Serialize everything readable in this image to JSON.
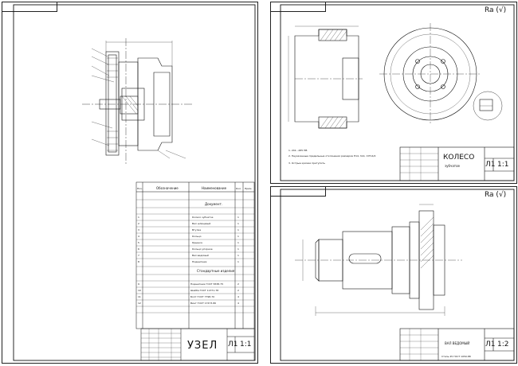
{
  "sheets": {
    "assembly": {
      "title_block": {
        "name": "УЗЕЛ",
        "sheet": "Л1",
        "scale": "1:1"
      },
      "spec_headers": [
        "Поз.",
        "Обозначение",
        "Наименование",
        "Кол.",
        "Прим."
      ],
      "spec_sections": {
        "docs": "Документ.",
        "standard": "Стандартные изделия"
      },
      "spec_rows": [
        {
          "pos": "1",
          "name": "Колесо зубчатое",
          "qty": "1"
        },
        {
          "pos": "2",
          "name": "Вал шлицевый",
          "qty": "1"
        },
        {
          "pos": "3",
          "name": "Втулка",
          "qty": "1"
        },
        {
          "pos": "4",
          "name": "Кольцо",
          "qty": "1"
        },
        {
          "pos": "5",
          "name": "Крышка",
          "qty": "1"
        },
        {
          "pos": "6",
          "name": "Кольцо упорное",
          "qty": "1"
        },
        {
          "pos": "7",
          "name": "Вал ведомый",
          "qty": "1"
        },
        {
          "pos": "8",
          "name": "Подшипник",
          "qty": "1"
        }
      ],
      "std_rows": [
        {
          "pos": "9",
          "name": "Подшипник ГОСТ 8338-75",
          "qty": "2"
        },
        {
          "pos": "10",
          "name": "Шайба ГОСТ 11371-78",
          "qty": "2"
        },
        {
          "pos": "11",
          "name": "Болт ГОСТ 7798-70",
          "qty": "4"
        },
        {
          "pos": "12",
          "name": "Винт ГОСТ 17473-80",
          "qty": "4"
        }
      ]
    },
    "gear": {
      "roughness": "Ra (√)",
      "title_block": {
        "name": "КОЛЕСО",
        "sub": "зубчатое",
        "sheet": "Л1",
        "scale": "1:1"
      },
      "notes": [
        "1. 241...285 HB",
        "2. Неуказанные предельные отклонения размеров H14, h14, ±IT14/2",
        "3. Острые кромки притупить"
      ]
    },
    "shaft": {
      "roughness": "Ra (√)",
      "title_block": {
        "name": "ВАЛ ВЕДОМЫЙ",
        "sheet": "Л1",
        "scale": "1:2"
      },
      "material": "Сталь 45 ГОСТ 1050-88"
    }
  }
}
